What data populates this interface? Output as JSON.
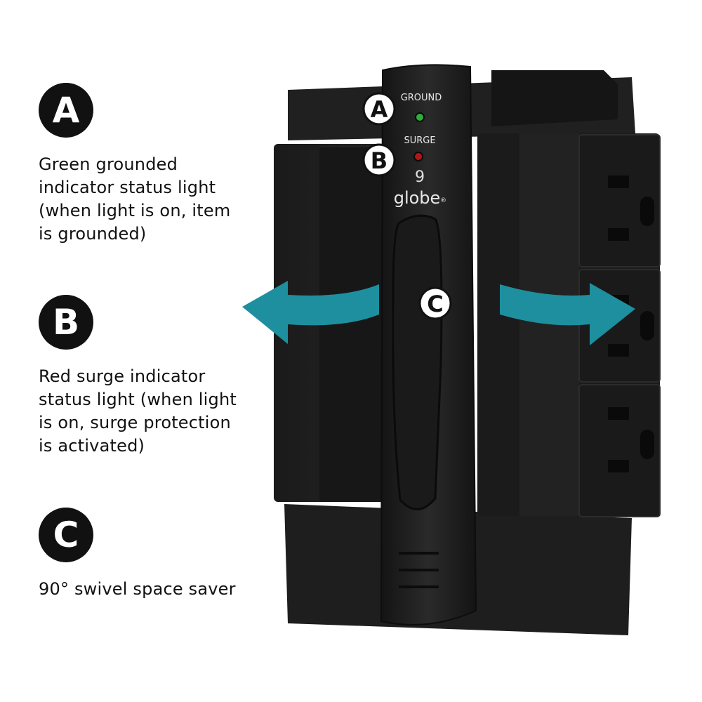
{
  "features": [
    {
      "letter": "A",
      "description": "Green grounded indicator status light (when light is on, item is grounded)"
    },
    {
      "letter": "B",
      "description": "Red surge indicator status light (when light is on, surge protection is activated)"
    },
    {
      "letter": "C",
      "description": "90° swivel space saver"
    }
  ],
  "device": {
    "ground_label": "GROUND",
    "surge_label": "SURGE",
    "brand": "globe",
    "brand_mark": "®",
    "callout_a": "A",
    "callout_b": "B",
    "callout_c": "C"
  },
  "colors": {
    "arrow": "#1e8f9e",
    "ground_led": "#2fae3b",
    "surge_led": "#b01818",
    "body": "#1c1c1c"
  },
  "icons": {
    "swivel_arrows": "curved-arrow-left-right-icon",
    "outlet": "three-prong-outlet-icon"
  }
}
